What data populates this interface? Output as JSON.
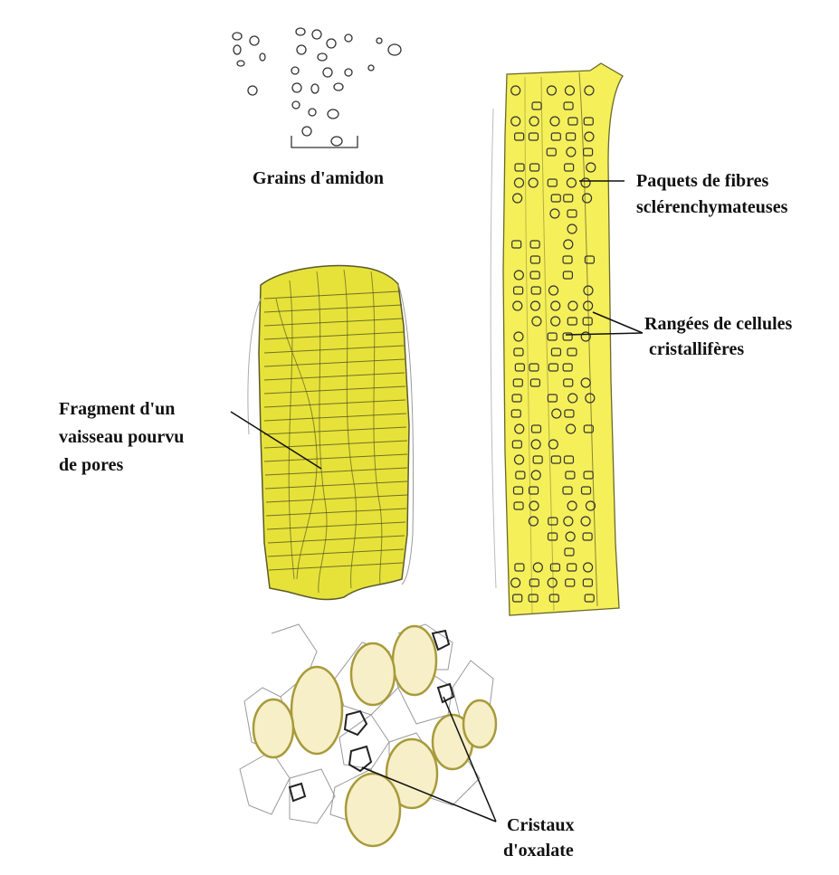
{
  "labels": {
    "starch": "Grains d'amidon",
    "fibres_1": "Paquets de fibres",
    "fibres_2": "sclérenchymateuses",
    "cells_1": "Rangées de cellules",
    "cells_2": "cristallifères",
    "vessel_1": "Fragment d'un",
    "vessel_2": "vaisseau pourvu",
    "vessel_3": "de pores",
    "crystals_1": "Cristaux",
    "crystals_2": "d'oxalate"
  },
  "colors": {
    "vessel_yellow": "#e6e23a",
    "fibre_yellow": "#f5ef5a",
    "ink": "#2b2b2b",
    "cell_wall": "#a89a3a",
    "cell_tint": "#f6efc8"
  }
}
